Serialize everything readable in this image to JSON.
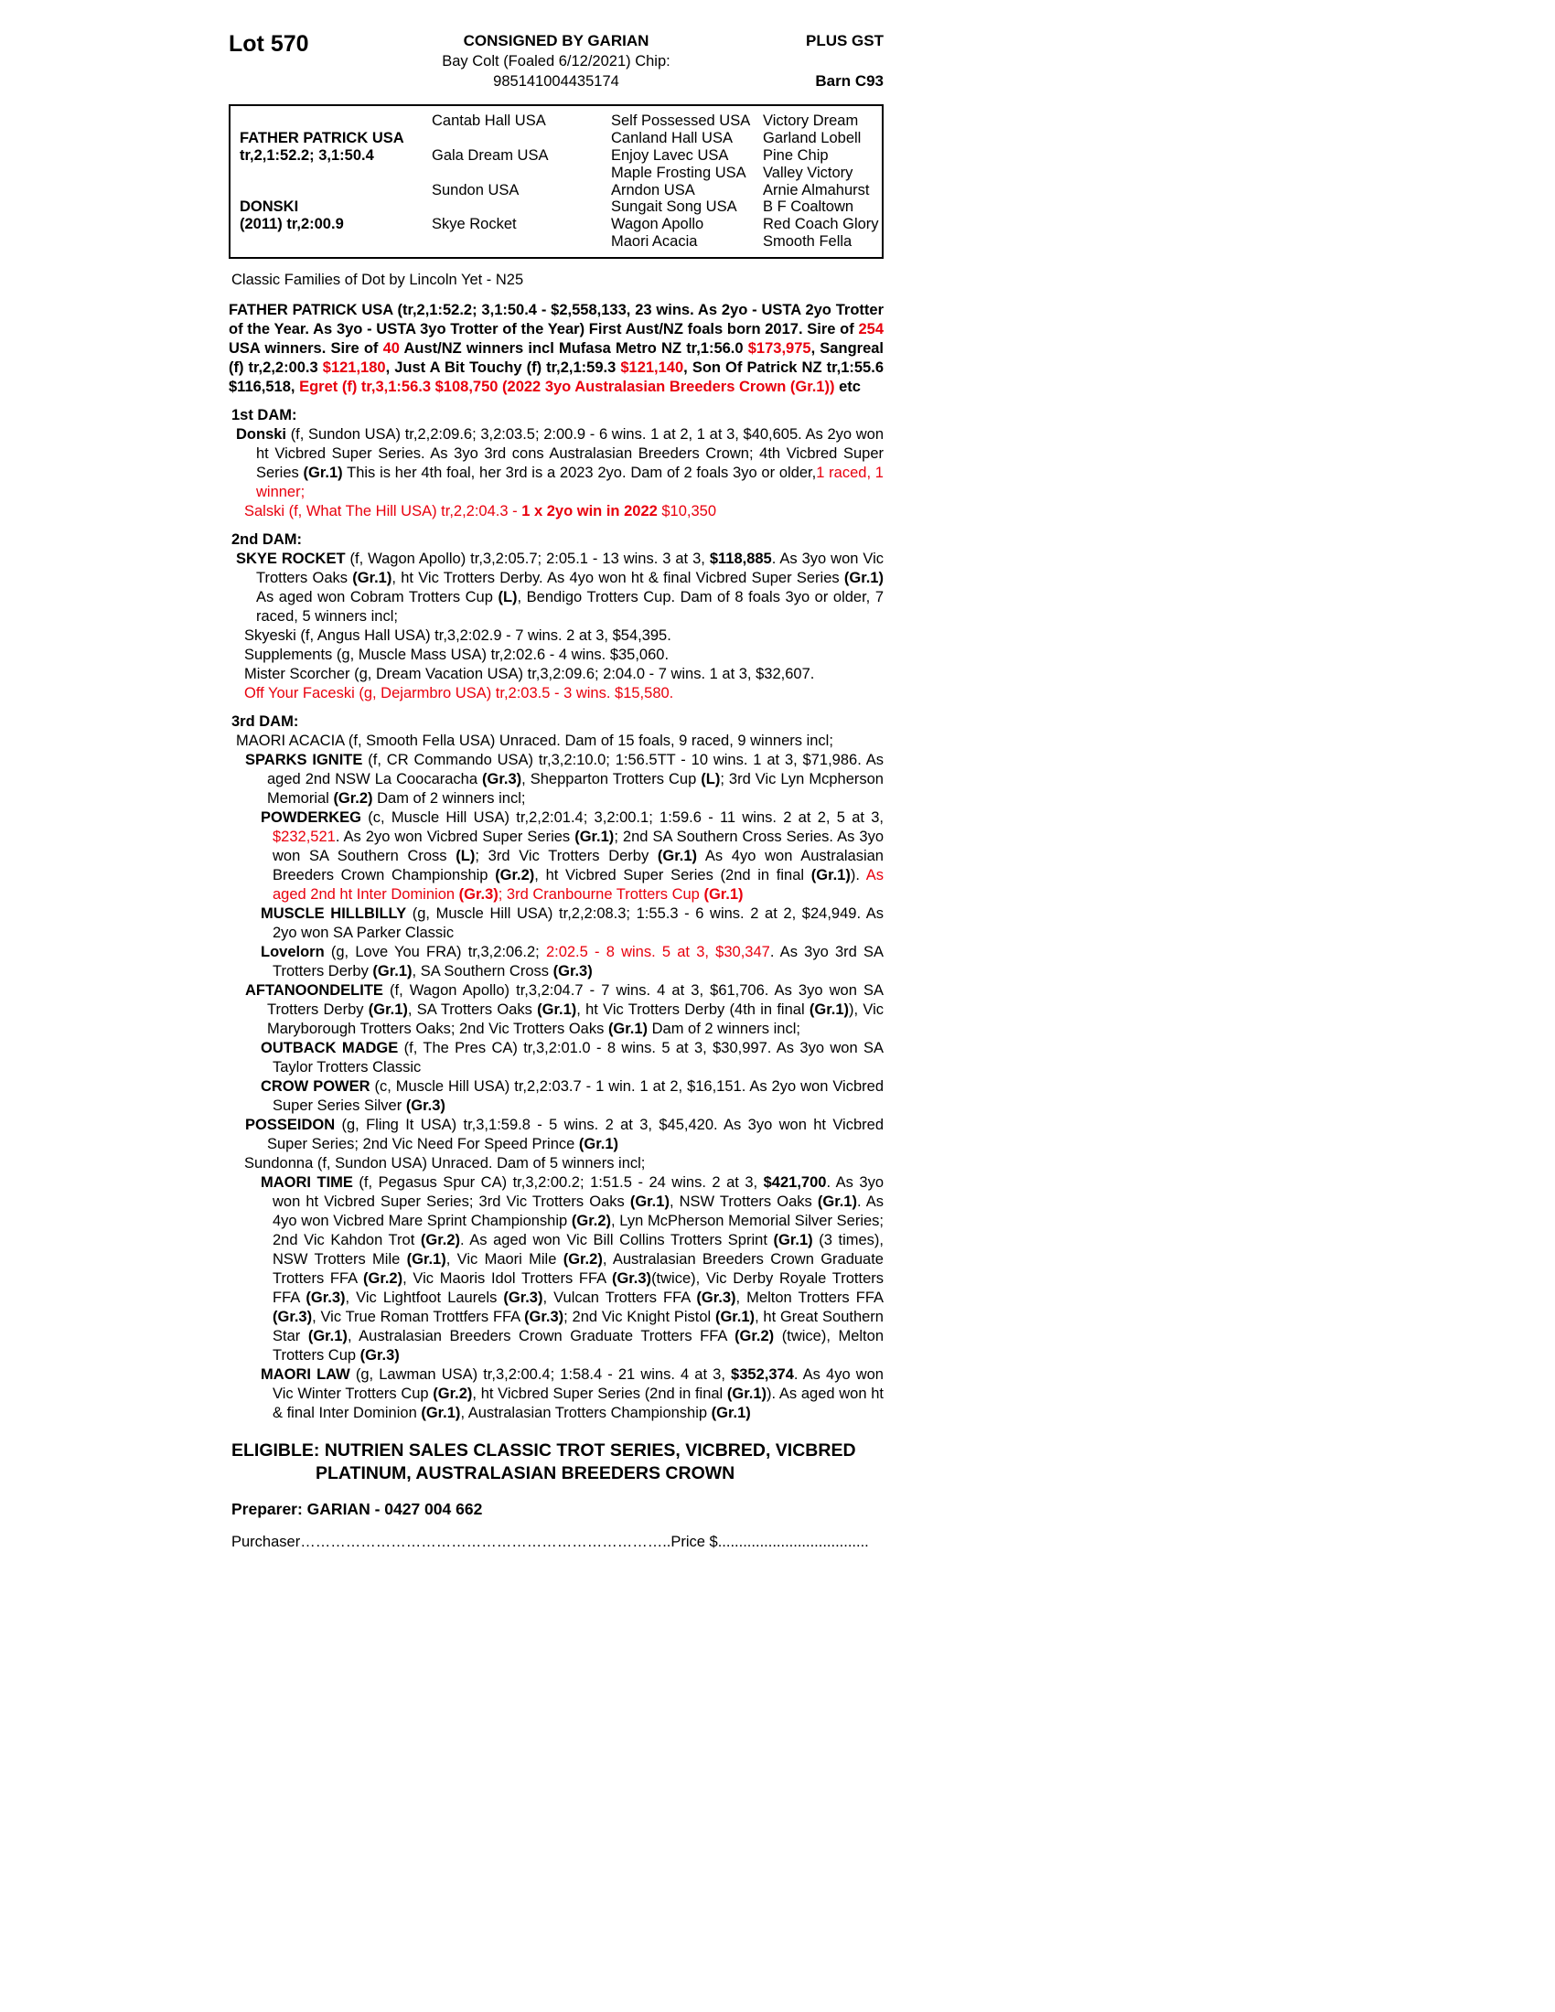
{
  "colors": {
    "red": "#e8000d"
  },
  "header": {
    "lot": "Lot 570",
    "consignor": "CONSIGNED BY GARIAN",
    "gst": "PLUS GST",
    "description": "Bay Colt (Foaled 6/12/2021) Chip: 985141004435174",
    "barn": "Barn C93"
  },
  "pedigree": {
    "cells": [
      {
        "col": 1,
        "row": 2,
        "b": true,
        "text": "FATHER PATRICK USA"
      },
      {
        "col": 1,
        "row": 3,
        "b": true,
        "text": "tr,2,1:52.2; 3,1:50.4"
      },
      {
        "col": 1,
        "row": 6,
        "b": true,
        "text": "DONSKI"
      },
      {
        "col": 1,
        "row": 7,
        "b": true,
        "text": "(2011) tr,2:00.9"
      },
      {
        "col": 2,
        "row": 1,
        "b": false,
        "text": "Cantab Hall USA"
      },
      {
        "col": 2,
        "row": 3,
        "b": false,
        "text": "Gala Dream USA"
      },
      {
        "col": 2,
        "row": 5,
        "b": false,
        "text": "Sundon USA"
      },
      {
        "col": 2,
        "row": 7,
        "b": false,
        "text": "Skye Rocket"
      },
      {
        "col": 3,
        "row": 1,
        "b": false,
        "text": "Self Possessed USA"
      },
      {
        "col": 3,
        "row": 2,
        "b": false,
        "text": "Canland Hall USA"
      },
      {
        "col": 3,
        "row": 3,
        "b": false,
        "text": "Enjoy Lavec USA"
      },
      {
        "col": 3,
        "row": 4,
        "b": false,
        "text": "Maple Frosting USA"
      },
      {
        "col": 3,
        "row": 5,
        "b": false,
        "text": "Arndon USA"
      },
      {
        "col": 3,
        "row": 6,
        "b": false,
        "text": "Sungait Song USA"
      },
      {
        "col": 3,
        "row": 7,
        "b": false,
        "text": "Wagon Apollo"
      },
      {
        "col": 3,
        "row": 8,
        "b": false,
        "text": "Maori Acacia"
      },
      {
        "col": 4,
        "row": 1,
        "b": false,
        "text": "Victory Dream"
      },
      {
        "col": 4,
        "row": 2,
        "b": false,
        "text": "Garland Lobell"
      },
      {
        "col": 4,
        "row": 3,
        "b": false,
        "text": "Pine Chip"
      },
      {
        "col": 4,
        "row": 4,
        "b": false,
        "text": "Valley Victory"
      },
      {
        "col": 4,
        "row": 5,
        "b": false,
        "text": "Arnie Almahurst"
      },
      {
        "col": 4,
        "row": 6,
        "b": false,
        "text": "B F Coaltown"
      },
      {
        "col": 4,
        "row": 7,
        "b": false,
        "text": "Red Coach Glory"
      },
      {
        "col": 4,
        "row": 8,
        "b": false,
        "text": "Smooth Fella"
      }
    ]
  },
  "family_note": "Classic Families of Dot by Lincoln Yet - N25",
  "paragraphs": [
    {
      "name": "sire-summary",
      "level": "sire",
      "seg": [
        [
          "FATHER PATRICK USA (tr,2,1:52.2; 3,1:50.4 - $2,558,133, 23 wins. As 2yo - USTA 2yo Trotter of the Year. As 3yo - USTA 3yo Trotter of the Year) First Aust/NZ foals born 2017. Sire of ",
          "b"
        ],
        [
          "254",
          "br"
        ],
        [
          " USA winners. Sire of ",
          "b"
        ],
        [
          "40",
          "br"
        ],
        [
          " Aust/NZ winners incl Mufasa Metro NZ tr,1:56.0 ",
          "b"
        ],
        [
          "$173,975",
          "br"
        ],
        [
          ", Sangreal (f) tr,2,2:00.3 ",
          "b"
        ],
        [
          "$121,180",
          "br"
        ],
        [
          ", Just A Bit Touchy (f) tr,2,1:59.3 ",
          "b"
        ],
        [
          "$121,140",
          "br"
        ],
        [
          ", Son Of Patrick NZ tr,1:55.6 $116,518, ",
          "b"
        ],
        [
          "Egret (f) tr,3,1:56.3 $108,750 (2022 3yo Australasian Breeders Crown (Gr.1))",
          "br"
        ],
        [
          " etc",
          "b"
        ]
      ]
    },
    {
      "name": "first-dam-heading",
      "level": "dam-heading",
      "seg": [
        [
          "1st DAM:",
          "b"
        ]
      ]
    },
    {
      "name": "dam-donski",
      "level": "dam",
      "seg": [
        [
          "Donski",
          "b"
        ],
        [
          " (f, Sundon USA) tr,2,2:09.6; 3,2:03.5; 2:00.9 - 6 wins. 1 at 2, 1 at 3, $40,605. As 2yo won ht Vicbred Super Series. As 3yo 3rd cons Australasian Breeders Crown; 4th Vicbred Super Series ",
          ""
        ],
        [
          "(Gr.1)",
          "b"
        ],
        [
          " This is her 4th foal, her 3rd is a 2023 2yo. Dam of 2 foals 3yo or older,",
          ""
        ],
        [
          "1 raced, 1 winner;",
          "r"
        ]
      ]
    },
    {
      "name": "progeny-salski",
      "level": "offspring",
      "seg": [
        [
          "Salski (f, What The Hill USA) tr,2,2:04.3 - ",
          "r"
        ],
        [
          "1 x 2yo win in 2022",
          "br"
        ],
        [
          " $10,350",
          "r"
        ]
      ]
    },
    {
      "name": "second-dam-heading",
      "level": "dam-heading",
      "seg": [
        [
          "2nd DAM:",
          "b"
        ]
      ]
    },
    {
      "name": "dam-skye-rocket",
      "level": "dam",
      "seg": [
        [
          "SKYE ROCKET",
          "b"
        ],
        [
          " (f, Wagon Apollo) tr,3,2:05.7; 2:05.1 - 13 wins. 3 at 3, ",
          ""
        ],
        [
          "$118,885",
          "b"
        ],
        [
          ". As 3yo won Vic Trotters Oaks ",
          ""
        ],
        [
          "(Gr.1)",
          "b"
        ],
        [
          ", ht Vic Trotters Derby. As 4yo won ht & final Vicbred Super Series ",
          ""
        ],
        [
          "(Gr.1)",
          "b"
        ],
        [
          " As aged won Cobram Trotters Cup ",
          ""
        ],
        [
          "(L)",
          "b"
        ],
        [
          ", Bendigo Trotters Cup. Dam of 8 foals 3yo or older, 7 raced, 5 winners incl;",
          ""
        ]
      ]
    },
    {
      "name": "progeny-skyeski",
      "level": "offspring",
      "seg": [
        [
          "Skyeski (f, Angus Hall USA) tr,3,2:02.9 - 7 wins. 2 at 3, $54,395.",
          ""
        ]
      ]
    },
    {
      "name": "progeny-supplements",
      "level": "offspring",
      "seg": [
        [
          "Supplements (g, Muscle Mass USA) tr,2:02.6 - 4 wins. $35,060.",
          ""
        ]
      ]
    },
    {
      "name": "progeny-mister-scorcher",
      "level": "offspring",
      "seg": [
        [
          "Mister Scorcher (g, Dream Vacation USA) tr,3,2:09.6; 2:04.0 - 7 wins. 1 at 3, $32,607.",
          ""
        ]
      ]
    },
    {
      "name": "progeny-off-your-faceski",
      "level": "offspring",
      "seg": [
        [
          "Off Your Faceski (g, Dejarmbro USA) tr,2:03.5 - 3 wins. $15,580.",
          "r"
        ]
      ]
    },
    {
      "name": "third-dam-heading",
      "level": "dam-heading",
      "seg": [
        [
          "3rd DAM:",
          "b"
        ]
      ]
    },
    {
      "name": "dam-maori-acacia",
      "level": "dam",
      "seg": [
        [
          "MAORI ACACIA (f, Smooth Fella USA) Unraced. Dam of 15 foals, 9 raced, 9 winners incl;",
          ""
        ]
      ]
    },
    {
      "name": "progeny-sparks-ignite",
      "level": "gen2",
      "seg": [
        [
          "SPARKS IGNITE",
          "b"
        ],
        [
          " (f, CR Commando USA) tr,3,2:10.0; 1:56.5TT - 10 wins. 1 at 3, $71,986. As aged 2nd NSW La Coocaracha ",
          ""
        ],
        [
          "(Gr.3)",
          "b"
        ],
        [
          ", Shepparton Trotters Cup ",
          ""
        ],
        [
          "(L)",
          "b"
        ],
        [
          "; 3rd Vic Lyn Mcpherson Memorial ",
          ""
        ],
        [
          "(Gr.2)",
          "b"
        ],
        [
          " Dam of 2 winners incl;",
          ""
        ]
      ]
    },
    {
      "name": "progeny-powderkeg",
      "level": "gen3",
      "seg": [
        [
          "POWDERKEG",
          "b"
        ],
        [
          " (c, Muscle Hill USA) tr,2,2:01.4; 3,2:00.1; 1:59.6 - 11 wins. 2 at 2, 5 at 3, ",
          ""
        ],
        [
          "$232,521",
          "r"
        ],
        [
          ". As 2yo won Vicbred Super Series ",
          ""
        ],
        [
          "(Gr.1)",
          "b"
        ],
        [
          "; 2nd SA Southern Cross Series. As 3yo won SA Southern Cross ",
          ""
        ],
        [
          "(L)",
          "b"
        ],
        [
          "; 3rd Vic Trotters Derby ",
          ""
        ],
        [
          "(Gr.1)",
          "b"
        ],
        [
          " As 4yo won Australasian Breeders Crown Championship ",
          ""
        ],
        [
          "(Gr.2)",
          "b"
        ],
        [
          ", ht Vicbred Super Series (2nd in final ",
          ""
        ],
        [
          "(Gr.1)",
          "b"
        ],
        [
          "). ",
          ""
        ],
        [
          "As aged 2nd ht Inter Dominion ",
          "r"
        ],
        [
          "(Gr.3)",
          "br"
        ],
        [
          "; 3rd Cranbourne Trotters Cup ",
          "r"
        ],
        [
          "(Gr.1)",
          "br"
        ]
      ]
    },
    {
      "name": "progeny-muscle-hillbilly",
      "level": "gen3",
      "seg": [
        [
          "MUSCLE HILLBILLY",
          "b"
        ],
        [
          " (g, Muscle Hill USA) tr,2,2:08.3; 1:55.3 - 6 wins. 2 at 2, $24,949. As 2yo won SA Parker Classic",
          ""
        ]
      ]
    },
    {
      "name": "progeny-lovelorn",
      "level": "gen3",
      "seg": [
        [
          "Lovelorn",
          "b"
        ],
        [
          " (g, Love You FRA) tr,3,2:06.2; ",
          ""
        ],
        [
          "2:02.5 - 8 wins. 5 at 3, $30,347",
          "r"
        ],
        [
          ". As 3yo 3rd SA Trotters Derby ",
          ""
        ],
        [
          "(Gr.1)",
          "b"
        ],
        [
          ", SA Southern Cross ",
          ""
        ],
        [
          "(Gr.3)",
          "b"
        ]
      ]
    },
    {
      "name": "progeny-aftanoondelite",
      "level": "gen2",
      "seg": [
        [
          "AFTANOONDELITE",
          "b"
        ],
        [
          " (f, Wagon Apollo) tr,3,2:04.7 - 7 wins. 4 at 3, $61,706. As 3yo won SA Trotters Derby ",
          ""
        ],
        [
          "(Gr.1)",
          "b"
        ],
        [
          ", SA Trotters Oaks ",
          ""
        ],
        [
          "(Gr.1)",
          "b"
        ],
        [
          ", ht Vic Trotters Derby (4th in final ",
          ""
        ],
        [
          "(Gr.1)",
          "b"
        ],
        [
          "), Vic Maryborough Trotters Oaks; 2nd Vic Trotters Oaks ",
          ""
        ],
        [
          "(Gr.1)",
          "b"
        ],
        [
          " Dam of 2 winners incl;",
          ""
        ]
      ]
    },
    {
      "name": "progeny-outback-madge",
      "level": "gen3",
      "seg": [
        [
          "OUTBACK MADGE",
          "b"
        ],
        [
          " (f, The Pres CA) tr,3,2:01.0 - 8 wins. 5 at 3, $30,997. As 3yo won SA Taylor Trotters Classic",
          ""
        ]
      ]
    },
    {
      "name": "progeny-crow-power",
      "level": "gen3",
      "seg": [
        [
          "CROW POWER",
          "b"
        ],
        [
          " (c, Muscle Hill USA) tr,2,2:03.7 - 1 win. 1 at 2, $16,151. As 2yo won Vicbred Super Series Silver ",
          ""
        ],
        [
          "(Gr.3)",
          "b"
        ]
      ]
    },
    {
      "name": "progeny-posseidon",
      "level": "gen2",
      "seg": [
        [
          "POSSEIDON",
          "b"
        ],
        [
          " (g, Fling It USA) tr,3,1:59.8 - 5 wins. 2 at 3, $45,420. As 3yo won ht Vicbred Super Series; 2nd Vic Need For Speed Prince ",
          ""
        ],
        [
          "(Gr.1)",
          "b"
        ]
      ]
    },
    {
      "name": "progeny-sundonna",
      "level": "offspring",
      "seg": [
        [
          "Sundonna (f, Sundon USA) Unraced. Dam of 5 winners incl;",
          ""
        ]
      ]
    },
    {
      "name": "progeny-maori-time",
      "level": "gen3",
      "seg": [
        [
          "MAORI TIME",
          "b"
        ],
        [
          " (f, Pegasus Spur CA) tr,3,2:00.2; 1:51.5 - 24 wins. 2 at 3, ",
          ""
        ],
        [
          "$421,700",
          "b"
        ],
        [
          ". As 3yo won ht Vicbred Super Series; 3rd Vic Trotters Oaks ",
          ""
        ],
        [
          "(Gr.1)",
          "b"
        ],
        [
          ", NSW Trotters Oaks ",
          ""
        ],
        [
          "(Gr.1)",
          "b"
        ],
        [
          ". As 4yo won Vicbred Mare Sprint Championship ",
          ""
        ],
        [
          "(Gr.2)",
          "b"
        ],
        [
          ", Lyn McPherson Memorial Silver Series; 2nd Vic Kahdon Trot ",
          ""
        ],
        [
          "(Gr.2)",
          "b"
        ],
        [
          ". As aged won Vic Bill Collins Trotters Sprint ",
          ""
        ],
        [
          "(Gr.1)",
          "b"
        ],
        [
          " (3 times), NSW Trotters Mile ",
          ""
        ],
        [
          "(Gr.1)",
          "b"
        ],
        [
          ", Vic Maori Mile ",
          ""
        ],
        [
          "(Gr.2)",
          "b"
        ],
        [
          ", Australasian Breeders Crown Graduate Trotters FFA ",
          ""
        ],
        [
          "(Gr.2)",
          "b"
        ],
        [
          ", Vic Maoris Idol Trotters FFA ",
          ""
        ],
        [
          "(Gr.3)",
          "b"
        ],
        [
          "(twice), Vic Derby Royale Trotters FFA ",
          ""
        ],
        [
          "(Gr.3)",
          "b"
        ],
        [
          ", Vic Lightfoot Laurels ",
          ""
        ],
        [
          "(Gr.3)",
          "b"
        ],
        [
          ", Vulcan Trotters FFA ",
          ""
        ],
        [
          "(Gr.3)",
          "b"
        ],
        [
          ", Melton Trotters FFA ",
          ""
        ],
        [
          "(Gr.3)",
          "b"
        ],
        [
          ", Vic True Roman Trottfers FFA ",
          ""
        ],
        [
          "(Gr.3)",
          "b"
        ],
        [
          "; 2nd Vic Knight Pistol ",
          ""
        ],
        [
          "(Gr.1)",
          "b"
        ],
        [
          ", ht Great Southern Star ",
          ""
        ],
        [
          "(Gr.1)",
          "b"
        ],
        [
          ", Australasian Breeders Crown Graduate Trotters FFA ",
          ""
        ],
        [
          "(Gr.2)",
          "b"
        ],
        [
          " (twice), Melton Trotters Cup ",
          ""
        ],
        [
          "(Gr.3)",
          "b"
        ]
      ]
    },
    {
      "name": "progeny-maori-law",
      "level": "gen3",
      "seg": [
        [
          "MAORI LAW",
          "b"
        ],
        [
          " (g, Lawman USA) tr,3,2:00.4; 1:58.4 - 21 wins. 4 at 3, ",
          ""
        ],
        [
          "$352,374",
          "b"
        ],
        [
          ". As 4yo won Vic Winter Trotters Cup ",
          ""
        ],
        [
          "(Gr.2)",
          "b"
        ],
        [
          ", ht Vicbred Super Series (2nd in final ",
          ""
        ],
        [
          "(Gr.1)",
          "b"
        ],
        [
          "). As aged won ht & final Inter Dominion ",
          ""
        ],
        [
          "(Gr.1)",
          "b"
        ],
        [
          ", Australasian Trotters Championship ",
          ""
        ],
        [
          "(Gr.1)",
          "b"
        ]
      ]
    },
    {
      "name": "eligible-line-1",
      "level": "eligible",
      "seg": [
        [
          "ELIGIBLE: NUTRIEN SALES CLASSIC TROT SERIES, VICBRED, VICBRED",
          "b"
        ]
      ]
    },
    {
      "name": "eligible-line-2",
      "level": "eligible-cont",
      "seg": [
        [
          "PLATINUM, AUSTRALASIAN BREEDERS CROWN",
          "b"
        ]
      ]
    },
    {
      "name": "preparer-line",
      "level": "preparer",
      "seg": [
        [
          "Preparer: GARIAN - 0427 004 662",
          "b"
        ]
      ]
    },
    {
      "name": "purchaser-line",
      "level": "purchaser",
      "seg": [
        [
          "Purchaser………………………………………………………………..Price $....................................",
          ""
        ]
      ]
    }
  ]
}
